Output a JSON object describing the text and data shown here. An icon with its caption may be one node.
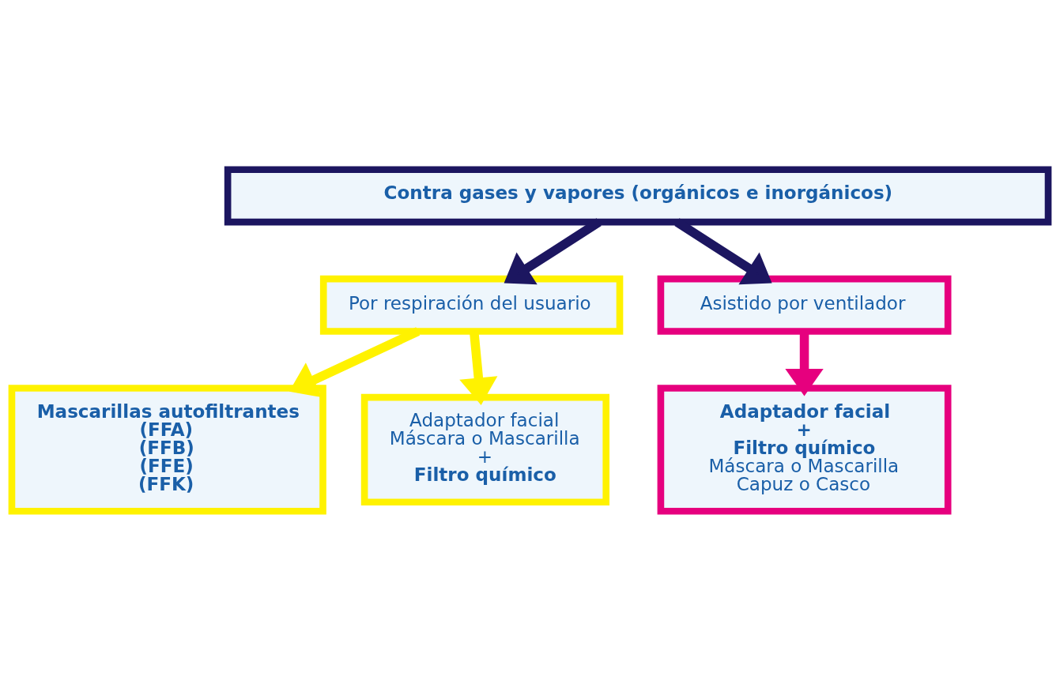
{
  "diagram": {
    "nodes": [
      {
        "text": [
          "Contra gases y vapores (orgánicos e inorgánicos)"
        ]
      },
      {
        "text": [
          "Por respiración del usuario"
        ]
      },
      {
        "text": [
          "Asistido por ventilador"
        ]
      },
      {
        "text": [
          "Mascarillas autofiltrantes",
          "(FFA)",
          "(FFB)",
          "(FFE)",
          "(FFK)"
        ]
      },
      {
        "text": [
          "Adaptador facial",
          "Máscara o Mascarilla",
          "+",
          "Filtro químico"
        ]
      },
      {
        "text": [
          "Adaptador facial",
          "+",
          "Filtro químico",
          "Máscara o Mascarilla",
          "Capuz o Casco"
        ]
      }
    ],
    "edges": [
      {
        "from": 0,
        "to": 1,
        "arrow": "to",
        "color": "#1c1660"
      },
      {
        "from": 0,
        "to": 2,
        "arrow": "to",
        "color": "#1c1660"
      },
      {
        "from": 1,
        "to": 3,
        "arrow": "to",
        "color": "#fff200"
      },
      {
        "from": 1,
        "to": 4,
        "arrow": "to",
        "color": "#fff200"
      },
      {
        "from": 2,
        "to": 5,
        "arrow": "to",
        "color": "#e6007e"
      }
    ]
  }
}
